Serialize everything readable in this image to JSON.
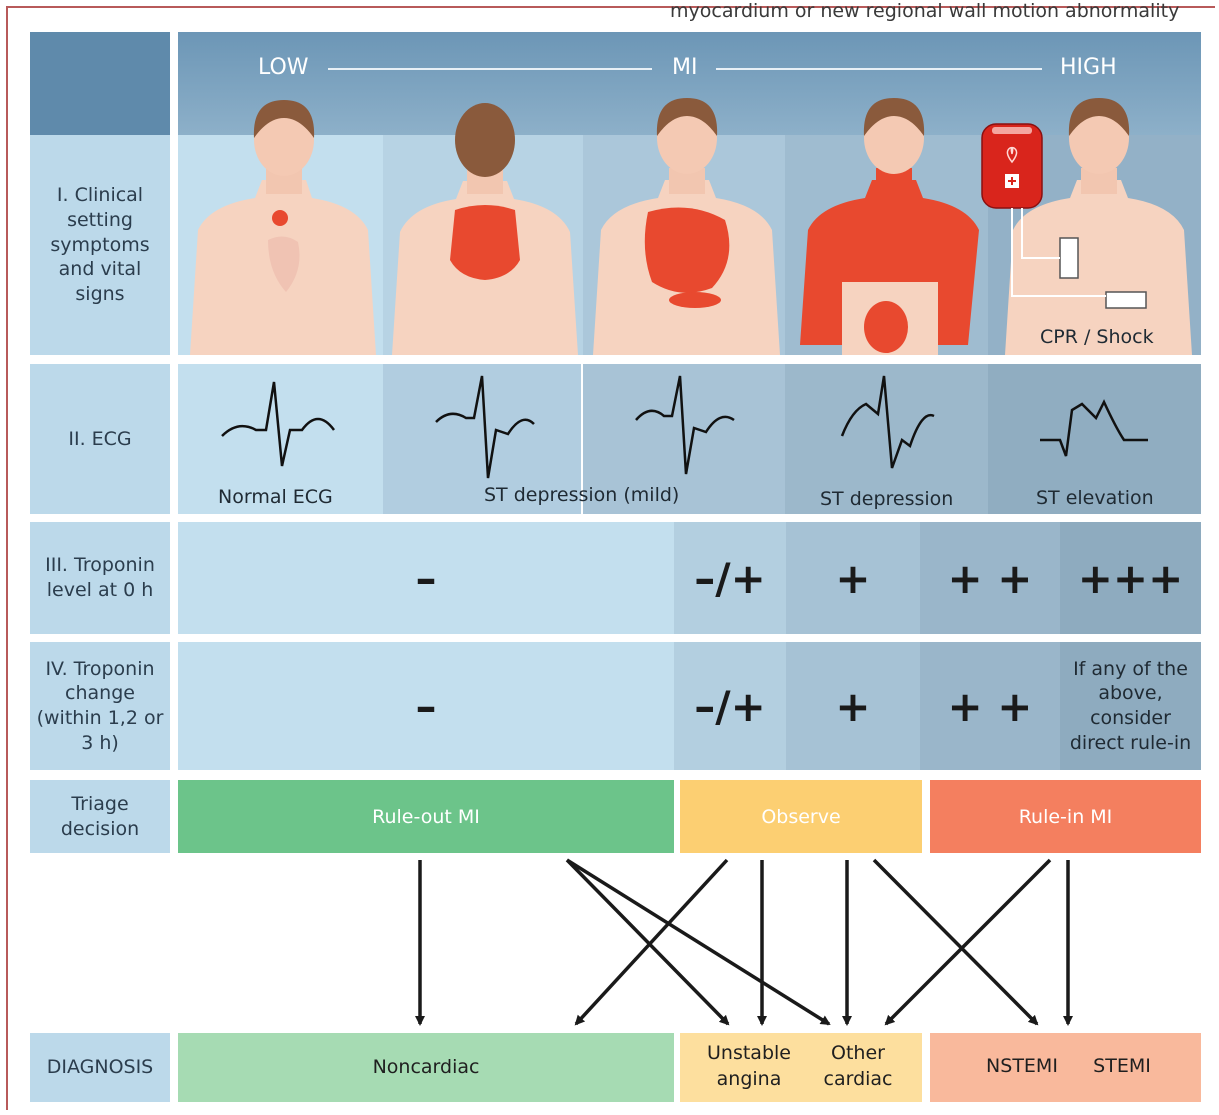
{
  "caption_top": "myocardium or new regional wall motion abnormality",
  "spectrum": {
    "low": "LOW",
    "mid": "MI",
    "high": "HIGH"
  },
  "rows": {
    "clinical": "I. Clinical setting symptoms and vital signs",
    "ecg": "II. ECG",
    "troponin0": "III. Troponin level at 0 h",
    "change": "IV. Troponin change (within 1,2 or 3 h)",
    "triage": "Triage decision",
    "diagnosis": "DIAGNOSIS"
  },
  "clinical": {
    "cpr": "CPR / Shock"
  },
  "ecg": {
    "normal": "Normal ECG",
    "mild": "ST depression (mild)",
    "st_dep": "ST depression",
    "st_elev": "ST elevation"
  },
  "troponin0": [
    "–",
    "–/+",
    "+",
    "+ +",
    "+++"
  ],
  "change": [
    "–",
    "–/+",
    "+",
    "+ +"
  ],
  "change_note": "If any of the above, consider direct rule-in",
  "triage": {
    "rule_out": "Rule-out MI",
    "observe": "Observe",
    "rule_in": "Rule-in MI"
  },
  "diagnosis": {
    "noncardiac": "Noncardiac",
    "unstable": "Unstable angina",
    "other": "Other cardiac",
    "nstemi": "NSTEMI",
    "stemi": "STEMI"
  },
  "colors": {
    "rule_out": "#6cc48a",
    "observe": "#fccf72",
    "rule_in": "#f47f5f",
    "diag_green": "#a6dbb3",
    "diag_yellow": "#fddf9e",
    "diag_red": "#f9b99c"
  }
}
